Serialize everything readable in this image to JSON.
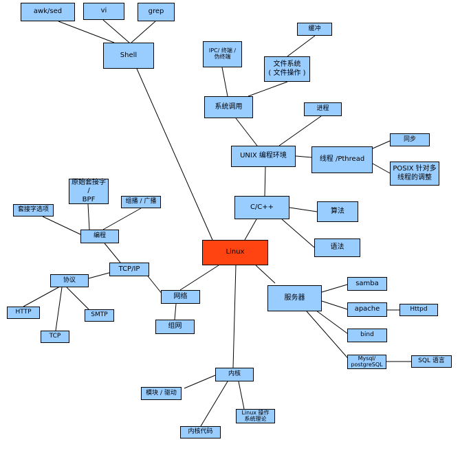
{
  "colors": {
    "node_fill": "#99ccff",
    "root_fill": "#ff4411",
    "border": "#000000",
    "edge": "#000000"
  },
  "nodes": {
    "linux": "Linux",
    "shell": "Shell",
    "awk_sed": "awk/sed",
    "vi": "vi",
    "grep": "grep",
    "syscall": "系统调用",
    "ipc": "IPC/ 终端 /\n伪终端",
    "filesystem": "文件系统\n( 文件操作 )",
    "buffer": "缓冲",
    "unix_env": "UNIX 编程环境",
    "process": "进程",
    "thread": "线程 /Pthread",
    "sync": "同步",
    "posix_thread": "POSIX 针对多\n线程的调整",
    "cpp": "C/C++",
    "algorithm": "算法",
    "grammar": "语法",
    "network": "网络",
    "networking": "组网",
    "tcpip": "TCP/IP",
    "programming": "编程",
    "raw_socket": "原始套接字 /\nBPF",
    "multicast": "组播 / 广播",
    "socket_options": "套接字选项",
    "protocol": "协议",
    "http": "HTTP",
    "smtp": "SMTP",
    "tcp": "TCP",
    "server": "服务器",
    "samba": "samba",
    "apache": "apache",
    "httpd": "Httpd",
    "bind": "bind",
    "mysql": "Mysql/\npostgreSQL",
    "sql": "SQL 语言",
    "kernel": "内核",
    "module_driver": "模块 / 驱动",
    "kernel_code": "内核代码",
    "os_theory": "Linux 操作\n系统理论"
  }
}
